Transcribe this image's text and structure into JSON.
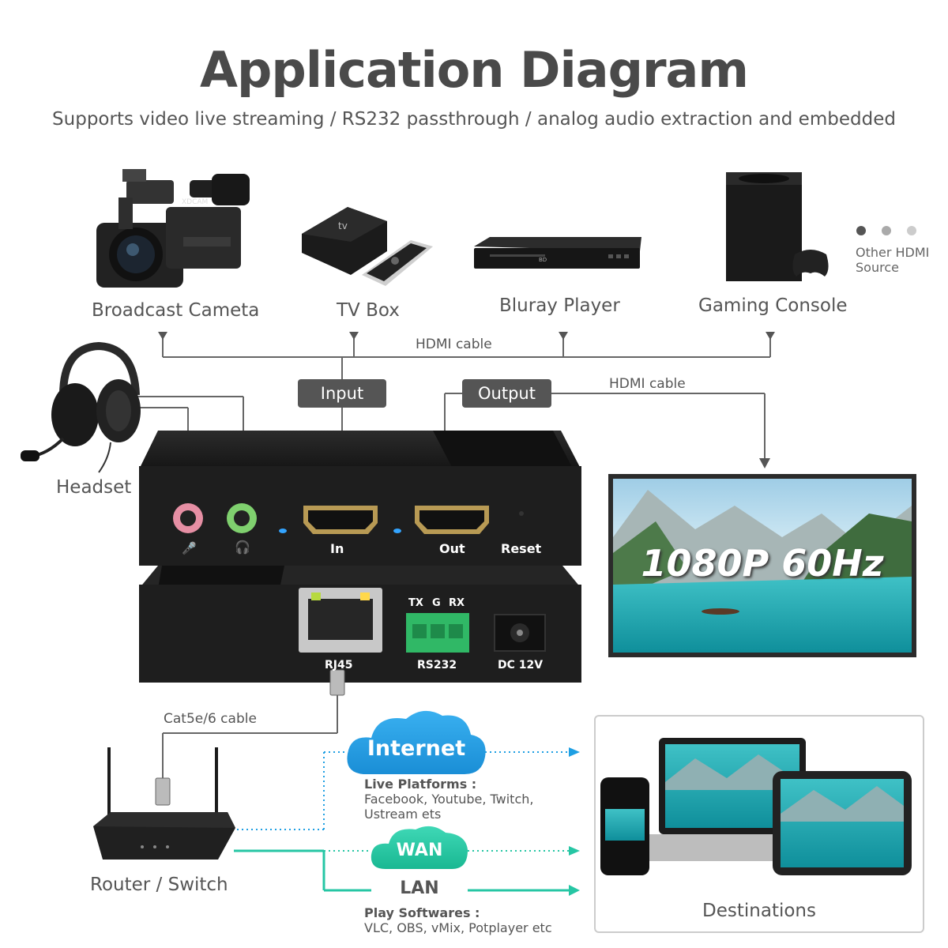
{
  "title": "Application Diagram",
  "subtitle": "Supports video live streaming / RS232 passthrough / analog audio extraction and embedded",
  "sources": [
    {
      "label": "Broadcast Cameta"
    },
    {
      "label": "TV Box"
    },
    {
      "label": "Bluray Player"
    },
    {
      "label": "Gaming Console"
    }
  ],
  "other_source": {
    "line1": "Other HDMI",
    "line2": "Source"
  },
  "camera_brand": "XDCAM",
  "hdmi_cable_top": "HDMI cable",
  "hdmi_cable_right": "HDMI cable",
  "headset": "Headset",
  "input_pill": "Input",
  "output_pill": "Output",
  "front_panel": {
    "in": "In",
    "out": "Out",
    "reset": "Reset"
  },
  "back_panel": {
    "rj45": "RJ45",
    "rs232": "RS232",
    "dc": "DC 12V",
    "tx": "TX",
    "g": "G",
    "rx": "RX"
  },
  "display_text": "1080P 60Hz",
  "cat_cable": "Cat5e/6 cable",
  "router": "Router / Switch",
  "internet": "Internet",
  "live_platforms_title": "Live Platforms :",
  "live_platforms_line1": "Facebook, Youtube, Twitch,",
  "live_platforms_line2": "Ustream ets",
  "wan": "WAN",
  "lan": "LAN",
  "play_title": "Play Softwares :",
  "play_line": "VLC, OBS, vMix, Potplayer etc",
  "destinations": "Destinations",
  "colors": {
    "cyan": "#2ab7c8",
    "blue": "#1e9fe3",
    "dark": "#4a4a4a",
    "green": "#26c6a4"
  }
}
